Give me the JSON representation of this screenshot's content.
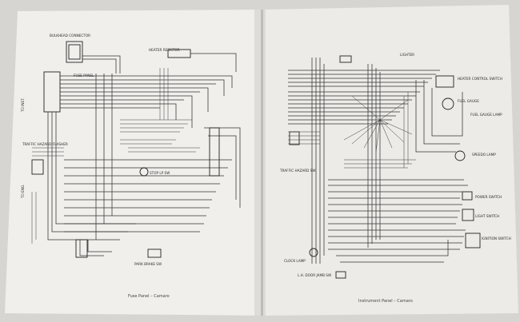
{
  "left_page": {
    "caption": "Fuse Panel – Camaro",
    "components": [
      {
        "name": "bulkhead-connector",
        "label": "BULKHEAD CONNECTOR"
      },
      {
        "name": "heater-resistor",
        "label": "HEATER RESISTOR"
      },
      {
        "name": "fuse-panel",
        "label": "FUSE PANEL"
      },
      {
        "name": "traffic-hazard-flasher",
        "label": "TRAFFIC HAZARD FLASHER"
      },
      {
        "name": "stop-lp-sw",
        "label": "STOP LP SW"
      },
      {
        "name": "park-brake-sw",
        "label": "PARK BRAKE SW"
      }
    ],
    "side_labels": [
      "TO INST.",
      "TO ENG."
    ]
  },
  "right_page": {
    "caption": "Instrument Panel – Camaro",
    "components": [
      {
        "name": "lighter",
        "label": "LIGHTER"
      },
      {
        "name": "heater-control-switch",
        "label": "HEATER CONTROL SWITCH"
      },
      {
        "name": "fuel-gauge",
        "label": "FUEL GAUGE"
      },
      {
        "name": "fuel-gauge-lamp",
        "label": "FUEL GAUGE LAMP"
      },
      {
        "name": "speedometer-lamp",
        "label": "SPEEDO LAMP"
      },
      {
        "name": "traffic-hazard-sw",
        "label": "TRAFFIC HAZARD SW"
      },
      {
        "name": "power-switch",
        "label": "POWER SWITCH"
      },
      {
        "name": "light-switch",
        "label": "LIGHT SWITCH"
      },
      {
        "name": "ignition-switch",
        "label": "IGNITION SWITCH"
      },
      {
        "name": "clock-lamp",
        "label": "CLOCK LAMP"
      },
      {
        "name": "dome-light-switch",
        "label": "L.H. DOOR JAMB SW"
      }
    ]
  },
  "colors": {
    "background": "#d9d8d6",
    "page_left": "#f1f0ed",
    "page_right": "#eeede9",
    "ink": "#2c2c2c"
  }
}
